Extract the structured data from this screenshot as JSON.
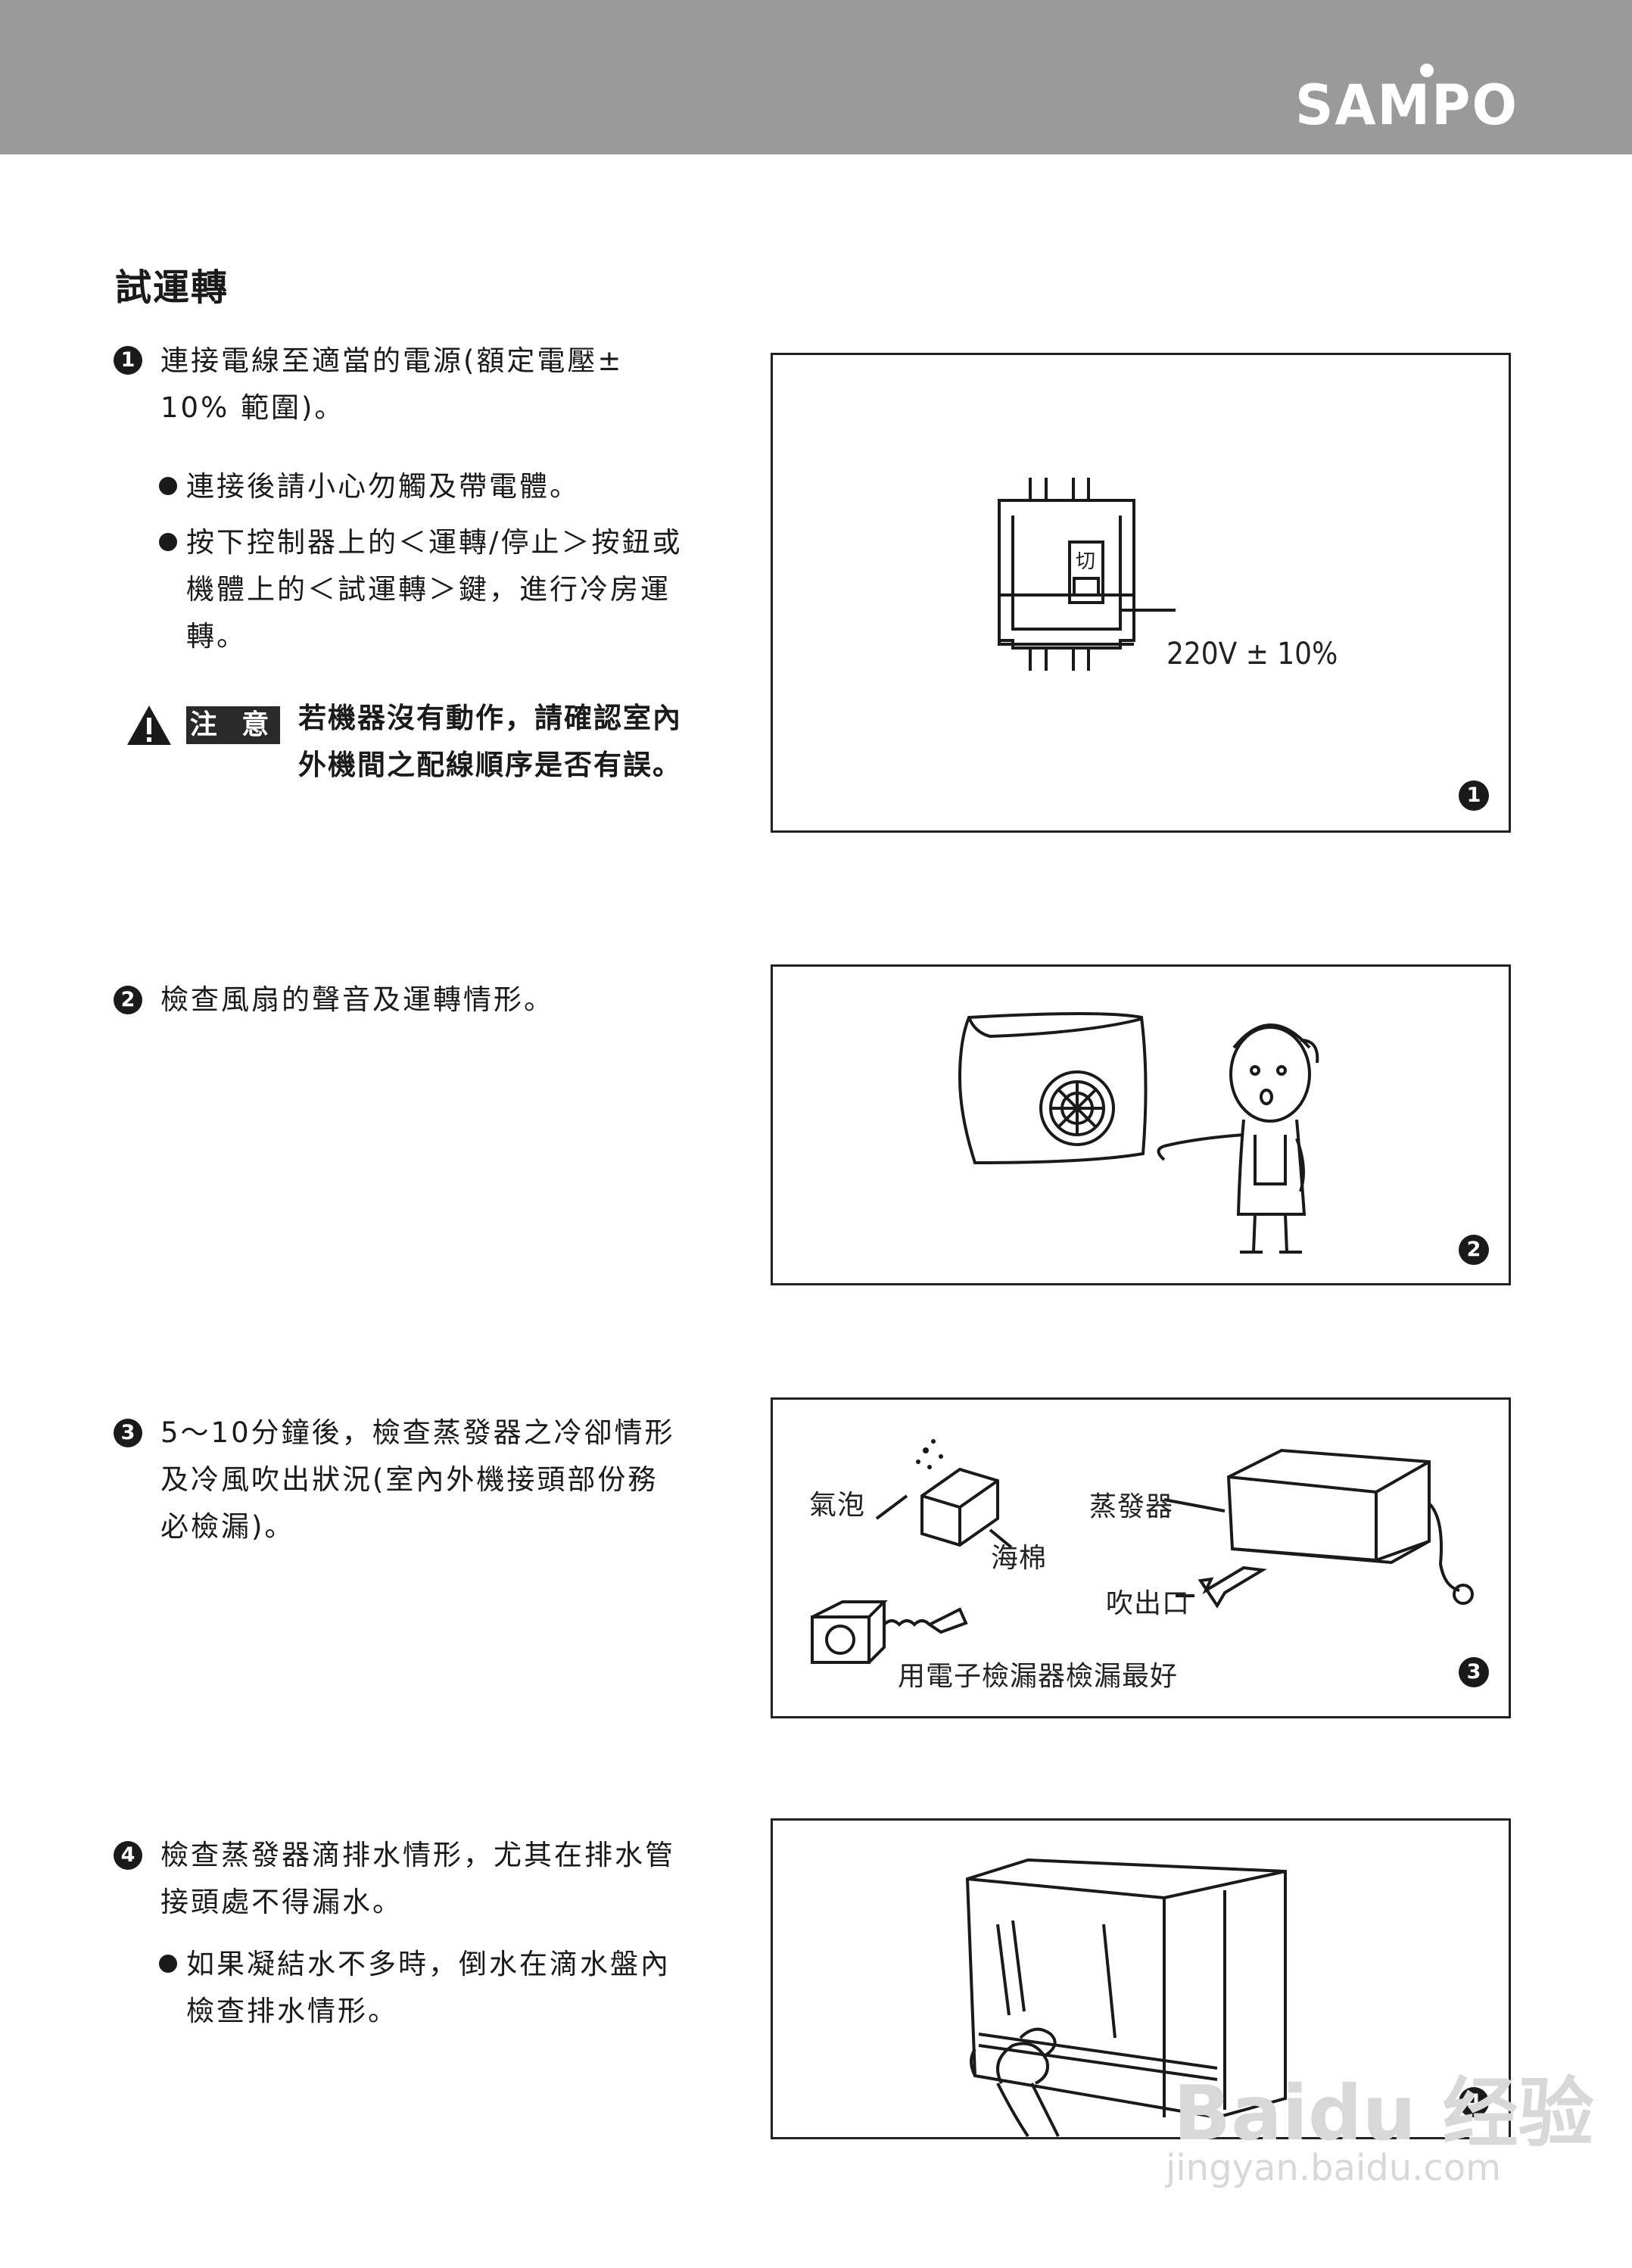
{
  "header": {
    "brand": "SAMPO"
  },
  "section_title": "試運轉",
  "steps": [
    {
      "num": "1",
      "lines": [
        "連接電線至適當的電源(額定電壓±",
        "10% 範圍)。"
      ]
    },
    {
      "num": "2",
      "lines": [
        "檢查風扇的聲音及運轉情形。"
      ]
    },
    {
      "num": "3",
      "lines": [
        "5～10分鐘後，檢查蒸發器之冷卻情形",
        "及冷風吹出狀況(室內外機接頭部份務",
        "必檢漏)。"
      ]
    },
    {
      "num": "4",
      "lines": [
        "檢查蒸發器滴排水情形，尤其在排水管",
        "接頭處不得漏水。"
      ]
    }
  ],
  "bullets_step1": [
    [
      "連接後請小心勿觸及帶電體。"
    ],
    [
      "按下控制器上的＜運轉/停止＞按鈕或",
      "機體上的＜試運轉＞鍵，進行冷房運",
      "轉。"
    ]
  ],
  "bullets_step4": [
    [
      "如果凝結水不多時，倒水在滴水盤內",
      "檢查排水情形。"
    ]
  ],
  "warning": {
    "label": "注 意",
    "lines": [
      "若機器沒有動作，請確認室內",
      "外機間之配線順序是否有誤。"
    ]
  },
  "figure1": {
    "switch_label": "切",
    "voltage": "220V ± 10%",
    "num": "1"
  },
  "figure2": {
    "num": "2"
  },
  "figure3": {
    "bubbles": "氣泡",
    "sponge": "海棉",
    "evaporator": "蒸發器",
    "outlet": "吹出口",
    "detector": "用電子檢漏器檢漏最好",
    "num": "3"
  },
  "figure4": {
    "num": "4"
  },
  "watermark": {
    "logo": "Baidu 经验",
    "url": "jingyan.baidu.com"
  }
}
